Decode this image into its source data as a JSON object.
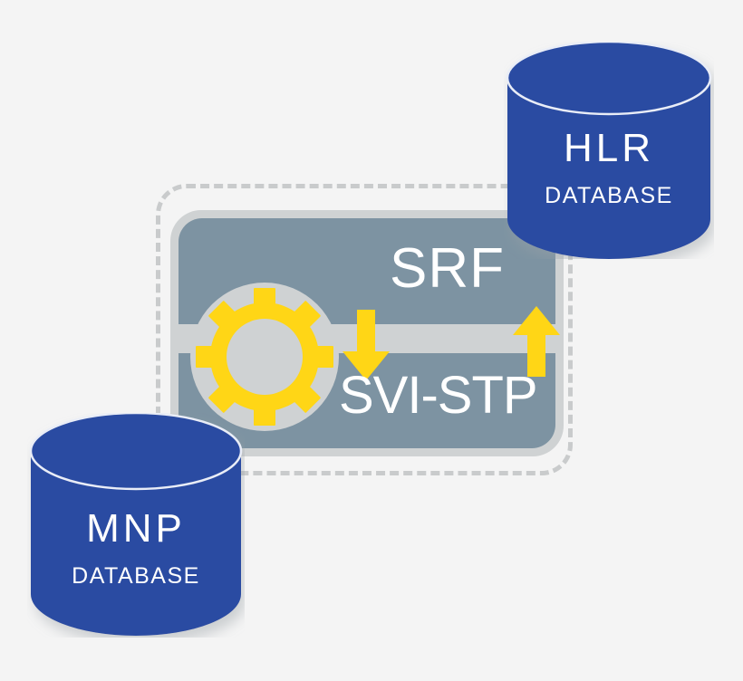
{
  "diagram": {
    "title": "SRF / SVI-STP signalling node with HLR and MNP databases",
    "background_color": "#f4f4f4",
    "boundary": {
      "name": "dashed-boundary",
      "style": "dashed",
      "color": "#c9cbcc"
    }
  },
  "node": {
    "label_top": "SRF",
    "label_bottom": "SVI-STP",
    "panel_color": "#7d93a2",
    "frame_color": "#cfd2d3",
    "text_color": "#ffffff",
    "gear": {
      "icon": "gear-icon",
      "color": "#ffd616",
      "disc_color": "#cfd2d3",
      "teeth": 8
    },
    "bus": {
      "icon": "data-bus",
      "color": "#cfd2d3"
    },
    "arrows": [
      {
        "icon": "arrow-down-icon",
        "direction": "down",
        "color": "#ffd616"
      },
      {
        "icon": "arrow-up-icon",
        "direction": "up",
        "color": "#ffd616"
      }
    ]
  },
  "databases": [
    {
      "id": "hlr",
      "name": "HLR",
      "subtitle": "DATABASE",
      "color": "#2b4ca2",
      "text_color": "#ffffff",
      "icon": "database-cylinder-icon"
    },
    {
      "id": "mnp",
      "name": "MNP",
      "subtitle": "DATABASE",
      "color": "#2b4ca2",
      "text_color": "#ffffff",
      "icon": "database-cylinder-icon"
    }
  ]
}
